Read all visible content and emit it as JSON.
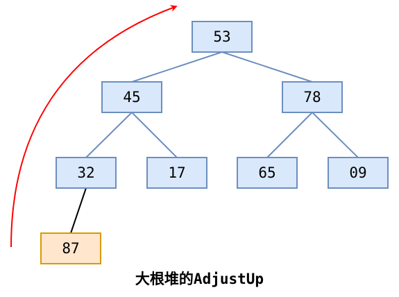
{
  "diagram": {
    "caption": "大根堆的AdjustUp",
    "nodes": [
      {
        "id": "root",
        "label": "53"
      },
      {
        "id": "l",
        "label": "45"
      },
      {
        "id": "r",
        "label": "78"
      },
      {
        "id": "ll",
        "label": "32"
      },
      {
        "id": "lr",
        "label": "17"
      },
      {
        "id": "rl",
        "label": "65"
      },
      {
        "id": "rr",
        "label": "09"
      },
      {
        "id": "new",
        "label": "87"
      }
    ],
    "edges": [
      {
        "from": "root",
        "to": "l"
      },
      {
        "from": "root",
        "to": "r"
      },
      {
        "from": "l",
        "to": "ll"
      },
      {
        "from": "l",
        "to": "lr"
      },
      {
        "from": "r",
        "to": "rl"
      },
      {
        "from": "r",
        "to": "rr"
      },
      {
        "from": "ll",
        "to": "new"
      }
    ],
    "colors": {
      "node_fill": "#dae8fc",
      "node_stroke": "#6c8ebf",
      "new_node_fill": "#ffe6cc",
      "new_node_stroke": "#d79b00",
      "tree_edge": "#6c8ebf",
      "new_edge": "#000000",
      "arrow": "#ff0000"
    }
  }
}
